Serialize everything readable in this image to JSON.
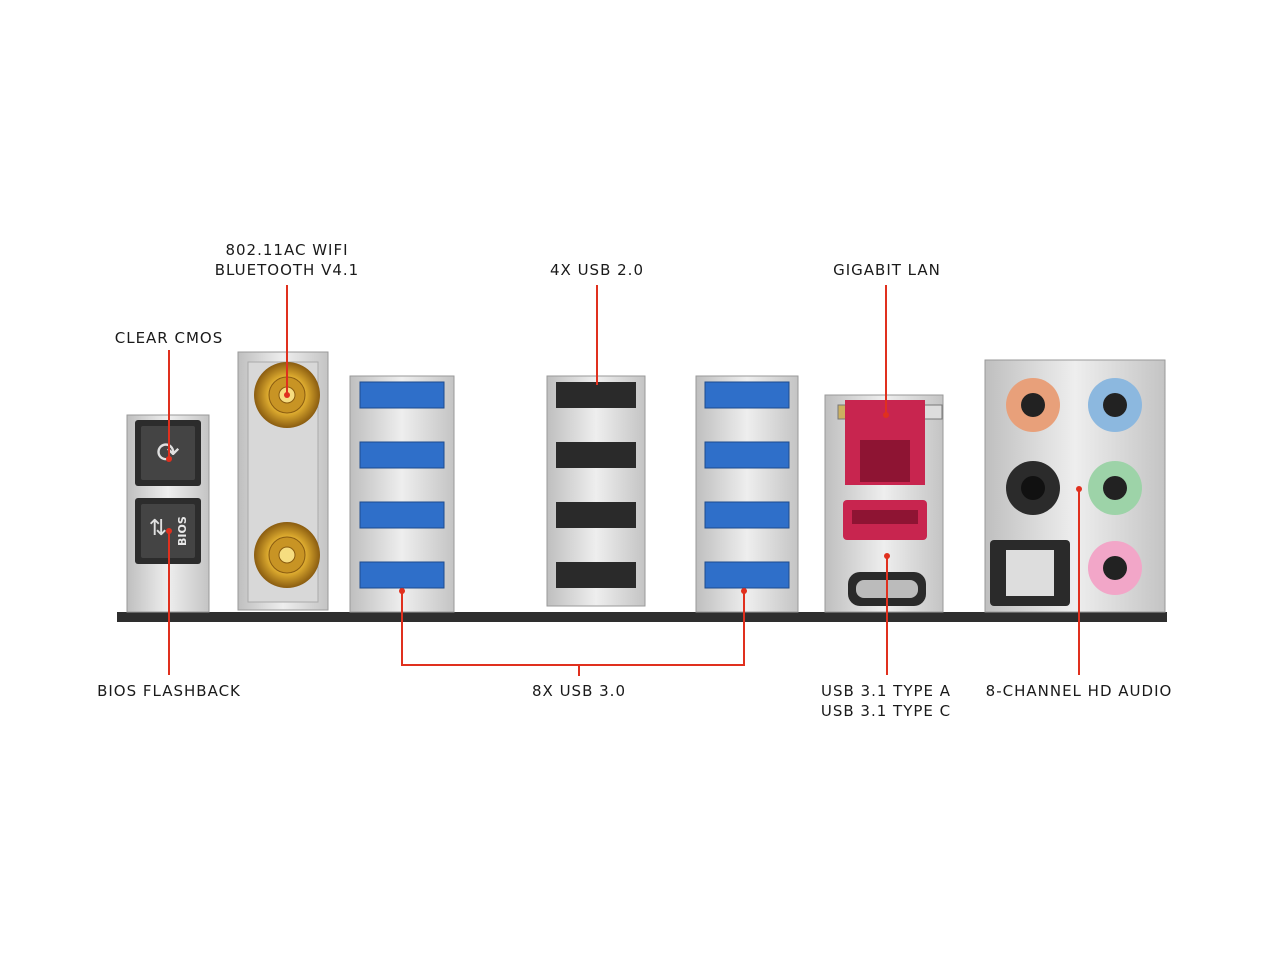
{
  "labels": {
    "wifi_line1": "802.11AC WIFI",
    "wifi_line2": "BLUETOOTH V4.1",
    "usb20": "4X USB 2.0",
    "lan": "GIGABIT LAN",
    "clear_cmos": "CLEAR CMOS",
    "bios_flashback": "BIOS FLASHBACK",
    "usb30": "8X USB 3.0",
    "usb31_line1": "USB 3.1 TYPE A",
    "usb31_line2": "USB 3.1 TYPE C",
    "audio": "8-CHANNEL HD AUDIO"
  },
  "buttons": {
    "bios_text": "BIOS"
  },
  "colors": {
    "leader": "#e0301e",
    "usb3_blue": "#2f6fc9",
    "lan_red": "#c8254f",
    "gold": "#d6a32a"
  },
  "icons": {
    "clear_cmos": "refresh-icon",
    "bios": "sync-icon"
  }
}
